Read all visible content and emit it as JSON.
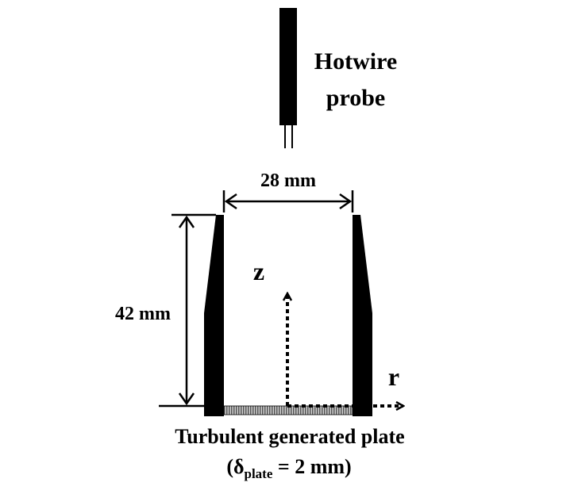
{
  "probe": {
    "label_line1": "Hotwire",
    "label_line2": "probe"
  },
  "dimensions": {
    "width_label": "28 mm",
    "height_label": "42 mm"
  },
  "axes": {
    "z_label": "z",
    "r_label": "r"
  },
  "plate": {
    "label": "Turbulent generated plate",
    "thickness_prefix": "(δ",
    "thickness_subscript": "plate",
    "thickness_suffix": " = 2 mm)"
  },
  "colors": {
    "ink": "#000000",
    "background": "#ffffff",
    "plate_hatch": "#555555"
  }
}
